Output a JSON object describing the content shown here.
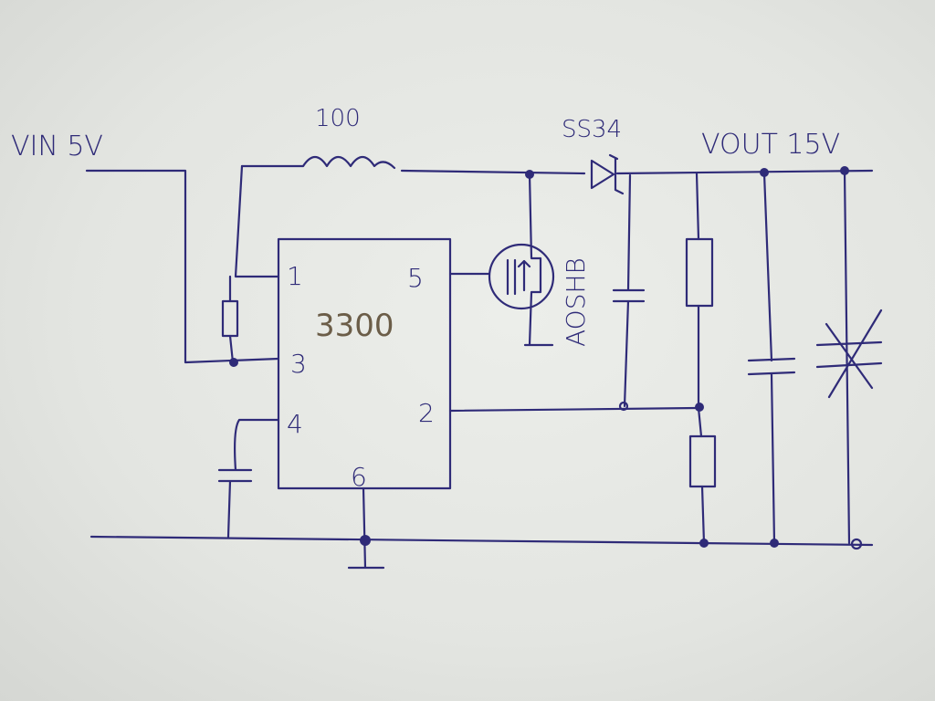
{
  "labels": {
    "vin": "VIN 5V",
    "inductor": "100",
    "diode": "SS34",
    "vout": "VOUT 15V",
    "chip": "3300",
    "mosfet": "AOSHB"
  },
  "pins": [
    "1",
    "5",
    "3",
    "2",
    "4",
    "6"
  ],
  "colors": {
    "ink": "#2f2b78",
    "paper": "#e6e8e4",
    "chip_label": "#6b5d48"
  }
}
